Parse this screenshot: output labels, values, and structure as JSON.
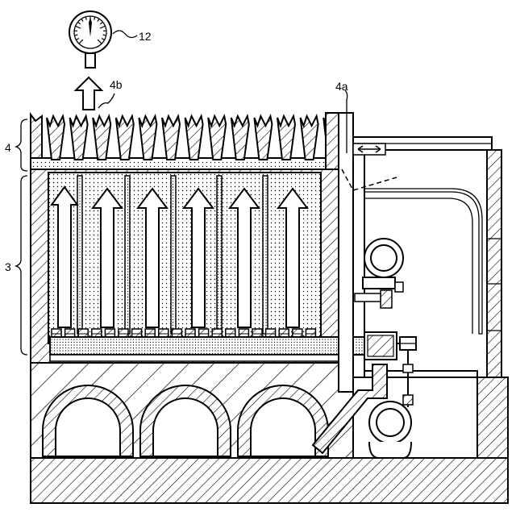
{
  "labels": {
    "gauge": "12",
    "outlet": "4b",
    "upper_section": "4a",
    "section_4": "4",
    "section_3": "3"
  }
}
